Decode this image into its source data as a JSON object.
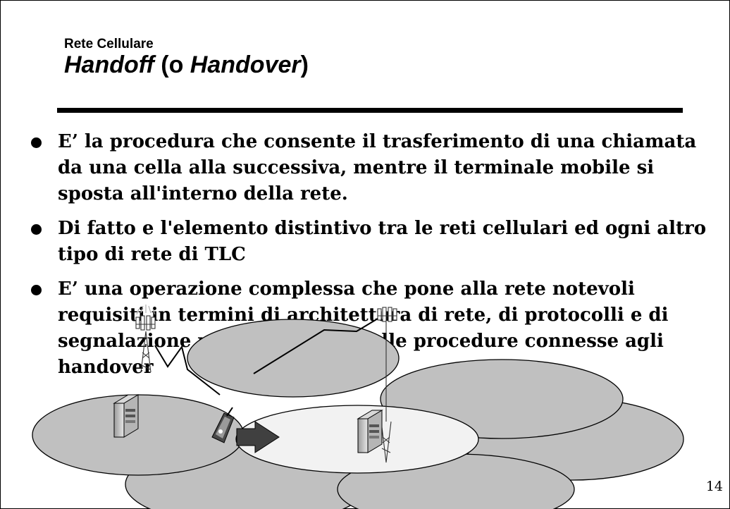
{
  "header": {
    "kicker": "Rete Cellulare",
    "title_italic_1": "Handoff",
    "title_open": " (o ",
    "title_italic_2": "Handover",
    "title_close": ")"
  },
  "bullets": [
    "E’ la procedura che consente il trasferimento di una chiamata da una cella alla successiva, mentre il terminale mobile si sposta all'interno della rete.",
    "Di fatto e l'elemento distintivo tra le reti cellulari ed ogni altro tipo di rete di TLC",
    "E’ una operazione complessa che pone alla rete notevoli requisiti in termini di architettura di rete, di protocolli e di segnalazione per la gestione delle procedure connesse agli handover"
  ],
  "diagram": {
    "cell_color": "#c0c0c0",
    "target_cell_color": "#f2f2f2",
    "icons": [
      "antenna-tower-icon",
      "base-station-server-icon",
      "mobile-phone-icon",
      "arrow-right-icon",
      "radio-link-icon"
    ]
  },
  "footer": {
    "page_number": "14"
  }
}
